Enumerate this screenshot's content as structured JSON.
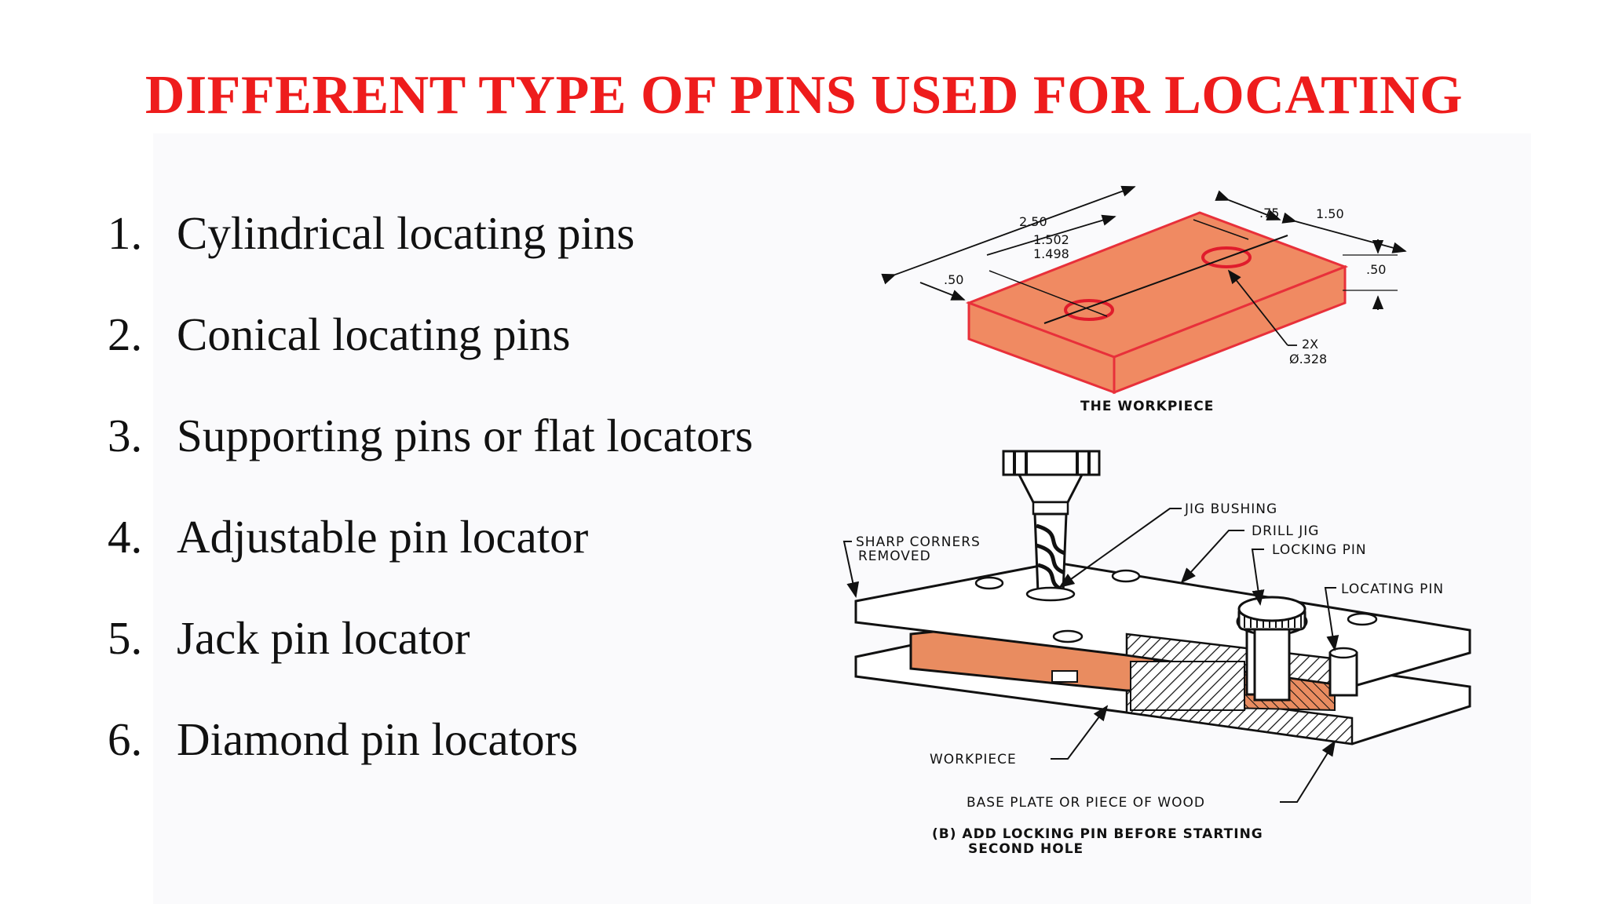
{
  "title": "DIFFERENT TYPE OF PINS USED FOR LOCATING",
  "list": [
    {
      "num": "1.",
      "text": "Cylindrical locating pins"
    },
    {
      "num": "2.",
      "text": "Conical locating pins"
    },
    {
      "num": "3.",
      "text": "Supporting pins or flat locators"
    },
    {
      "num": "4.",
      "text": "Adjustable pin locator"
    },
    {
      "num": "5.",
      "text": "Jack pin locator"
    },
    {
      "num": "6.",
      "text": "Diamond pin locators"
    }
  ],
  "diagram": {
    "dims": {
      "d250": "2.50",
      "d1502": "1.502",
      "d1498": "1.498",
      "d050a": ".50",
      "d075": ".75",
      "d150": "1.50",
      "d050b": ".50",
      "hole_count": "2X",
      "hole_dia": "Ø.328"
    },
    "workpiece_caption": "THE WORKPIECE",
    "labels": {
      "jig_bushing": "JIG BUSHING",
      "drill_jig": "DRILL JIG",
      "locking_pin": "LOCKING PIN",
      "locating_pin": "LOCATING PIN",
      "sharp_corners_1": "SHARP CORNERS",
      "sharp_corners_2": "REMOVED",
      "workpiece": "WORKPIECE",
      "base_plate": "BASE PLATE OR PIECE OF WOOD",
      "caption_1": "(B) ADD LOCKING PIN BEFORE STARTING",
      "caption_2": "SECOND HOLE"
    },
    "colors": {
      "title": "#ee1c1c",
      "workpiece_fill": "#f08a62",
      "workpiece_edge": "#e8303a",
      "hole": "#e01c2c"
    }
  }
}
